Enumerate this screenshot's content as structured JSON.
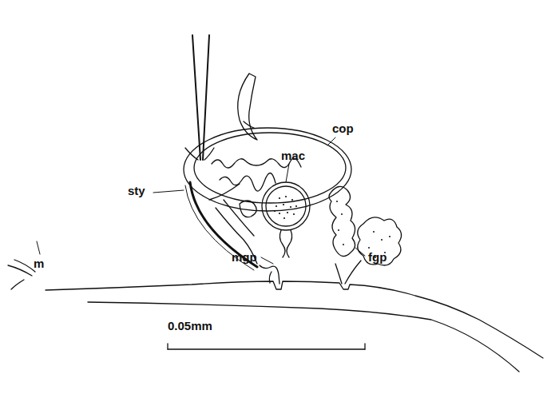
{
  "diagram": {
    "labels": [
      "cop",
      "mac",
      "sty",
      "mgp",
      "fgp",
      "m",
      "0.05mm"
    ]
  }
}
